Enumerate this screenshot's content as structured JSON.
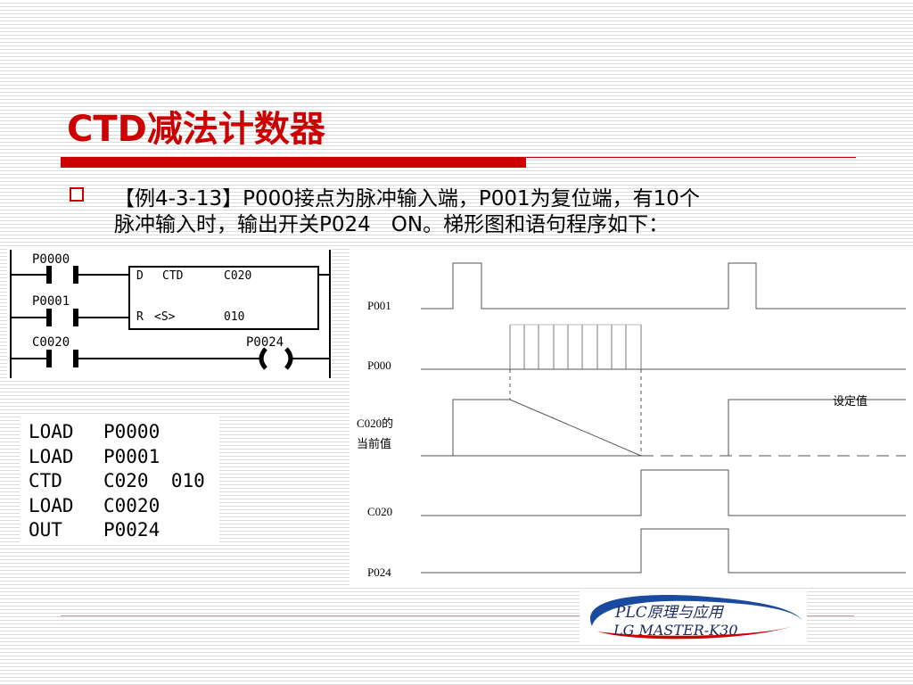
{
  "slide": {
    "title": "CTD减法计数器",
    "bullet_line1": "【例4-3-13】P000接点为脉冲输入端，P001为复位端，有10个",
    "bullet_line2": "脉冲输入时，输出开关P024　ON。梯形图和语句程序如下："
  },
  "ladder": {
    "contact1": "P0000",
    "contact2": "P0001",
    "contact3": "C0020",
    "coil": "P0024",
    "box_line1_op": "D",
    "box_line1_cmd": "CTD",
    "box_line1_addr": "C020",
    "box_line2_op": "R",
    "box_line2_s": "<S>",
    "box_line2_val": "010"
  },
  "program": [
    {
      "op": "LOAD",
      "arg": "P0000"
    },
    {
      "op": "LOAD",
      "arg": "P0001"
    },
    {
      "op": "CTD",
      "arg": "C020  010"
    },
    {
      "op": "LOAD",
      "arg": "C0020"
    },
    {
      "op": "OUT",
      "arg": "P0024"
    }
  ],
  "timing": {
    "labels": {
      "p001": "P001",
      "p000": "P000",
      "c020_cur1": "C020的",
      "c020_cur2": "当前值",
      "c020": "C020",
      "p024": "P024",
      "setpoint": "设定值"
    }
  },
  "logo": {
    "line1": "PLC原理与应用",
    "line2": "LG MASTER-K30"
  },
  "colors": {
    "accent": "#cc0000",
    "logo_blue": "#1a4aa0"
  }
}
